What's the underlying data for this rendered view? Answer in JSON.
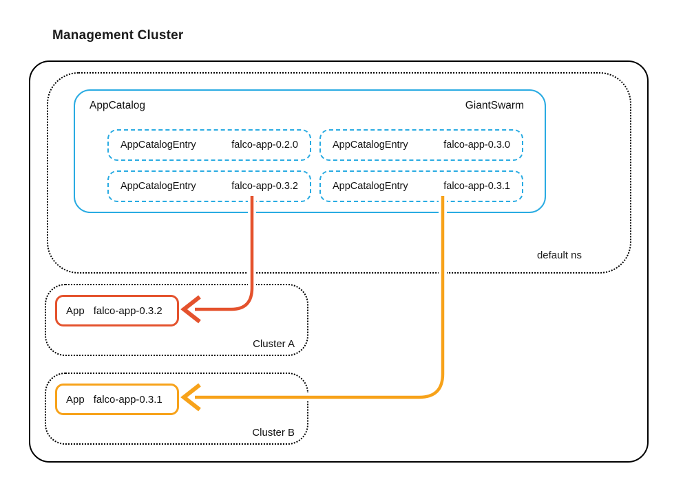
{
  "title": "Management Cluster",
  "namespace": {
    "label": "default ns"
  },
  "catalog": {
    "label": "AppCatalog",
    "provider": "GiantSwarm",
    "entries": [
      {
        "kind": "AppCatalogEntry",
        "version": "falco-app-0.2.0"
      },
      {
        "kind": "AppCatalogEntry",
        "version": "falco-app-0.3.0"
      },
      {
        "kind": "AppCatalogEntry",
        "version": "falco-app-0.3.2"
      },
      {
        "kind": "AppCatalogEntry",
        "version": "falco-app-0.3.1"
      }
    ]
  },
  "clusters": [
    {
      "label": "Cluster A",
      "app": {
        "kind": "App",
        "version": "falco-app-0.3.2"
      }
    },
    {
      "label": "Cluster B",
      "app": {
        "kind": "App",
        "version": "falco-app-0.3.1"
      }
    }
  ],
  "colors": {
    "catalog_blue": "#29ABE2",
    "arrow_red_orange": "#E4522D",
    "arrow_orange": "#F7A21A",
    "outline_black": "#000000",
    "gap_white": "#FFFFFF"
  }
}
